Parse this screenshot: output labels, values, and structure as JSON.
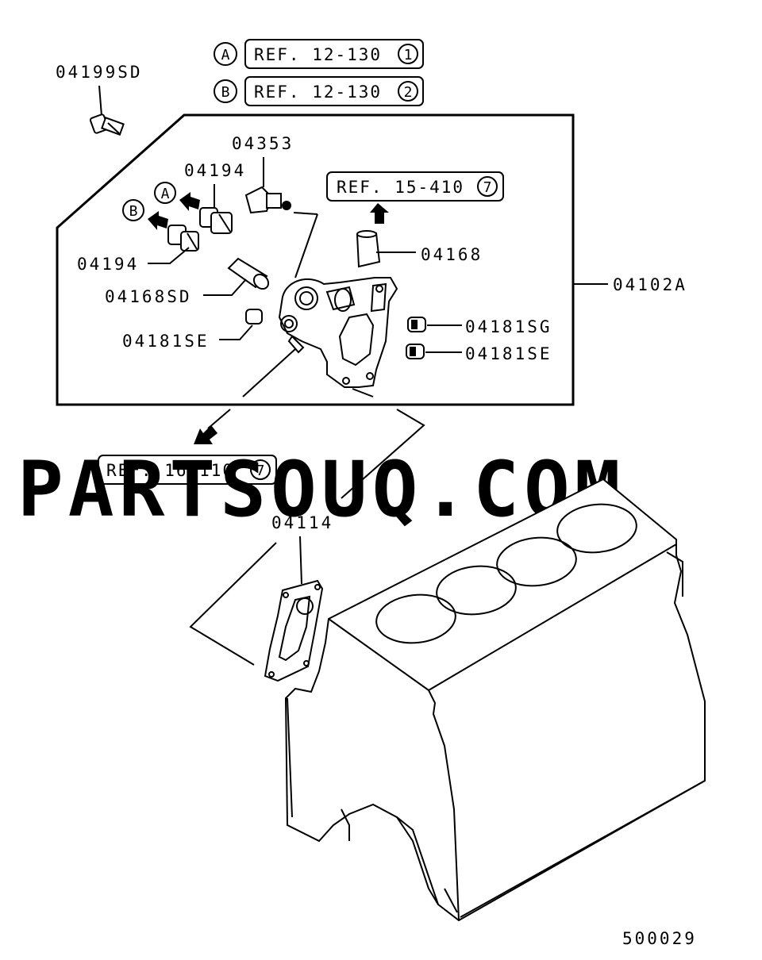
{
  "refs": {
    "a": {
      "marker": "A",
      "text": "REF. 12-130",
      "num": "1"
    },
    "b": {
      "marker": "B",
      "text": "REF. 12-130",
      "num": "2"
    },
    "oil_filter": {
      "text": "REF. 15-410",
      "num": "7"
    },
    "oil_cooler": {
      "text": "REF. 16-110",
      "num": "7"
    }
  },
  "callouts": {
    "bolt": "04199SD",
    "sensor": "04353",
    "switch_a": "04194",
    "switch_b": "04194",
    "marker_a": "A",
    "marker_b": "B",
    "nipple": "04168",
    "assembly": "04102A",
    "pipe": "04168SD",
    "plug_sg": "04181SG",
    "plug_se_left": "04181SE",
    "plug_se_right": "04181SE",
    "gasket": "04114"
  },
  "watermark": "PARTSOUQ.COM",
  "diagram_id": "500029"
}
